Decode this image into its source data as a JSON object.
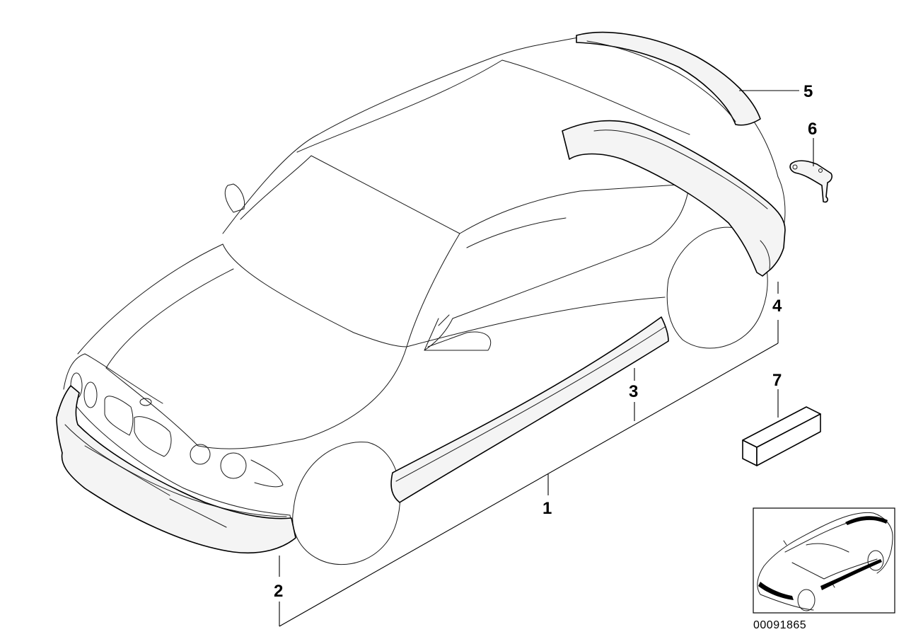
{
  "callouts": {
    "c1": "1",
    "c2": "2",
    "c3": "3",
    "c4": "4",
    "c5": "5",
    "c6": "6",
    "c7": "7"
  },
  "reference_number": "00091865"
}
